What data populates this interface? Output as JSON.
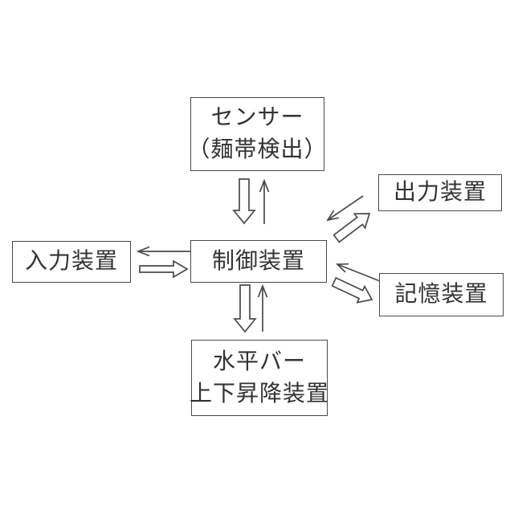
{
  "diagram": {
    "colors": {
      "line": "#4a4a4a",
      "text": "#333333",
      "bg": "#ffffff"
    },
    "boxes": {
      "sensor": {
        "line1": "センサー",
        "line2": "（麺帯検出）"
      },
      "input": {
        "line1": "入力装置"
      },
      "control": {
        "line1": "制御装置"
      },
      "output": {
        "line1": "出力装置"
      },
      "storage": {
        "line1": "記憶装置"
      },
      "lifter": {
        "line1": "水平バー",
        "line2": "上下昇降装置"
      }
    },
    "arrows": [
      "sensor-to-control-hollow-down",
      "control-to-sensor-thin-up",
      "input-to-control-hollow-right",
      "control-to-input-thin-left",
      "control-to-output-hollow-upright",
      "output-to-control-thin-downleft",
      "control-to-storage-hollow-downright",
      "storage-to-control-thin-upleft",
      "control-to-lifter-hollow-down",
      "lifter-to-control-thin-up"
    ]
  }
}
